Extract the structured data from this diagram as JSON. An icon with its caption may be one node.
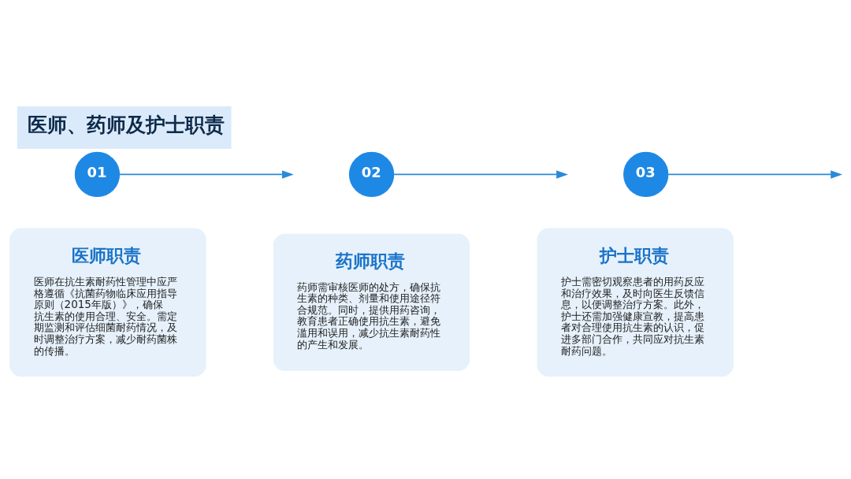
{
  "diagram": {
    "title": "医师、药师及护士职责",
    "nodes": [
      {
        "text": [
          "01"
        ]
      },
      {
        "text": [
          "医师职责",
          "医师在抗生素耐药性管理中应严格遵循《抗菌药物临床应用指导原则（2015年版）》，确保抗生素的使用合理、安全。需定期监测和评估细菌耐药情况，及时调整治疗方案，减少耐药菌株的传播。"
        ]
      },
      {
        "text": [
          "02"
        ]
      },
      {
        "text": [
          "药师职责",
          "药师需审核医师的处方，确保抗生素的种类、剂量和使用途径符合规范。同时，提供用药咨询，教育患者正确使用抗生素，避免滥用和误用，减少抗生素耐药性的产生和发展。"
        ]
      },
      {
        "text": [
          "03"
        ]
      },
      {
        "text": [
          "护士职责",
          "护士需密切观察患者的用药反应和治疗效果，及时向医生反馈信息，以便调整治疗方案。此外，护士还需加强健康宣教，提高患者对合理使用抗生素的认识，促进多部门合作，共同应对抗生素耐药问题。"
        ]
      }
    ],
    "edges": [
      {
        "from": 0,
        "to": null,
        "arrow": "to"
      },
      {
        "from": 2,
        "to": null,
        "arrow": "to"
      },
      {
        "from": 4,
        "to": null,
        "arrow": "to"
      }
    ]
  }
}
